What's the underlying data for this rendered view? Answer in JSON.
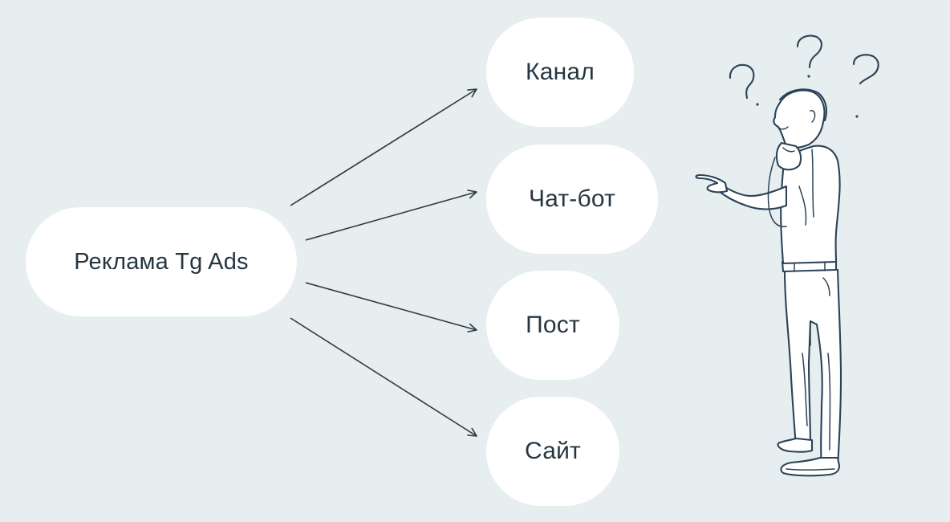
{
  "diagram": {
    "source": {
      "label": "Реклама Tg Ads"
    },
    "targets": [
      {
        "label": "Канал"
      },
      {
        "label": "Чат-бот"
      },
      {
        "label": "Пост"
      },
      {
        "label": "Сайт"
      }
    ],
    "illustration": {
      "subject": "thinking-man-pointing",
      "question_marks": [
        "?",
        "?",
        "?"
      ]
    },
    "colors": {
      "background": "#e6eeef",
      "node_fill": "#ffffff",
      "text": "#263640",
      "arrow": "#2f3c44",
      "ink": "#2c4257"
    }
  }
}
